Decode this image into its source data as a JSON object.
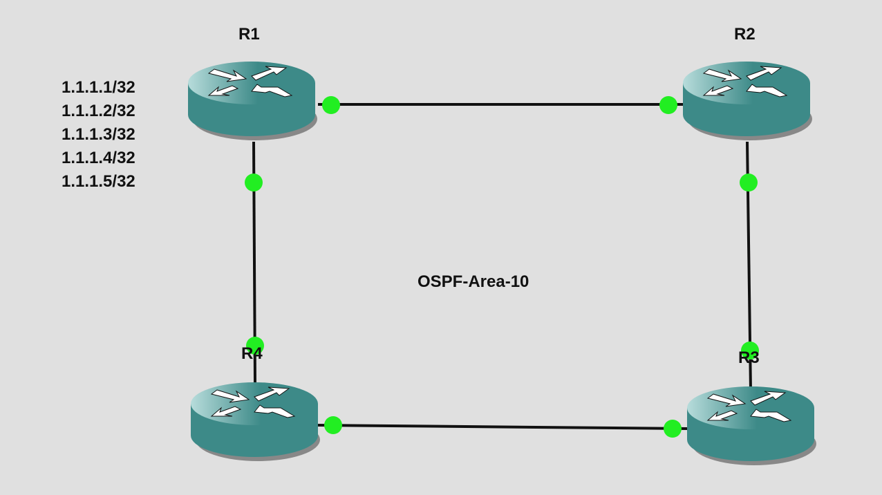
{
  "diagram": {
    "title": "OSPF-Area-10",
    "routers": [
      {
        "id": "R1",
        "label": "R1"
      },
      {
        "id": "R2",
        "label": "R2"
      },
      {
        "id": "R3",
        "label": "R3"
      },
      {
        "id": "R4",
        "label": "R4"
      }
    ],
    "links": [
      {
        "from": "R1",
        "to": "R2",
        "status": "up"
      },
      {
        "from": "R2",
        "to": "R3",
        "status": "up"
      },
      {
        "from": "R3",
        "to": "R4",
        "status": "up"
      },
      {
        "from": "R4",
        "to": "R1",
        "status": "up"
      }
    ],
    "r1_loopbacks": [
      "1.1.1.1/32",
      "1.1.1.2/32",
      "1.1.1.3/32",
      "1.1.1.4/32",
      "1.1.1.5/32"
    ],
    "colors": {
      "background": "#e0e0e0",
      "router_body": "#3d8a88",
      "link": "#111111",
      "link_up": "#22ee22"
    }
  }
}
